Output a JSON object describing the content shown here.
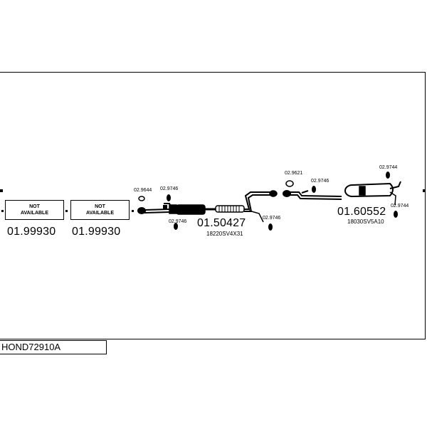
{
  "diagram": {
    "reference": "HOND72910A",
    "parts": [
      {
        "id": "p1",
        "label": "01.99930",
        "box_line1": "NOT",
        "box_line2": "AVAILABLE"
      },
      {
        "id": "p2",
        "label": "01.99930",
        "box_line1": "NOT",
        "box_line2": "AVAILABLE"
      },
      {
        "id": "p3",
        "label": "01.50427",
        "oem": "18220SV4X31"
      },
      {
        "id": "p4",
        "label": "01.60552",
        "oem": "18030SV5A10"
      }
    ],
    "fittings": [
      "02.9644",
      "02.9746",
      "02.9746",
      "02.9746",
      "02.9621",
      "02.9746",
      "02.9744",
      "02.9744"
    ]
  }
}
